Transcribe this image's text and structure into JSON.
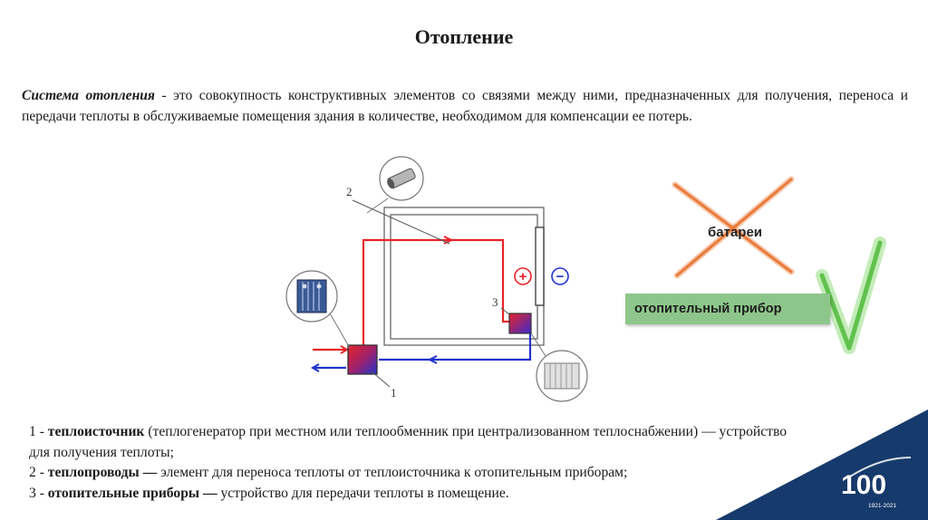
{
  "title": "Отопление",
  "definition": {
    "term": "Система отопления",
    "text": " - это совокупность конструктивных элементов со связями между ними, предназначенных для получения, переноса и передачи теплоты в обслуживаемые помещения здания в количестве, необходимом для компенсации ее потерь."
  },
  "diagram": {
    "label_1": "1",
    "label_2": "2",
    "label_3": "3",
    "plus": "+",
    "minus": "−",
    "colors": {
      "supply": "#e8232a",
      "return": "#2233cc"
    }
  },
  "comparison": {
    "crossed_label": "батареи",
    "correct_label": "отопительный прибор"
  },
  "legend": [
    {
      "num": "1 - ",
      "term": "теплоисточник",
      "desc": " (теплогенератор при местном или теплообменник при централизованном теплоснабжении) — устройство для получения теплоты;"
    },
    {
      "num": "2 - ",
      "term": "теплопроводы —",
      "desc": " элемент для переноса теплоты от теплоисточника к отопительным приборам;"
    },
    {
      "num": "3 - ",
      "term": "отопительные приборы —",
      "desc": " устройство для передачи теплоты в помещение."
    }
  ],
  "logo": {
    "mark": "100",
    "years": "1921-2021"
  }
}
